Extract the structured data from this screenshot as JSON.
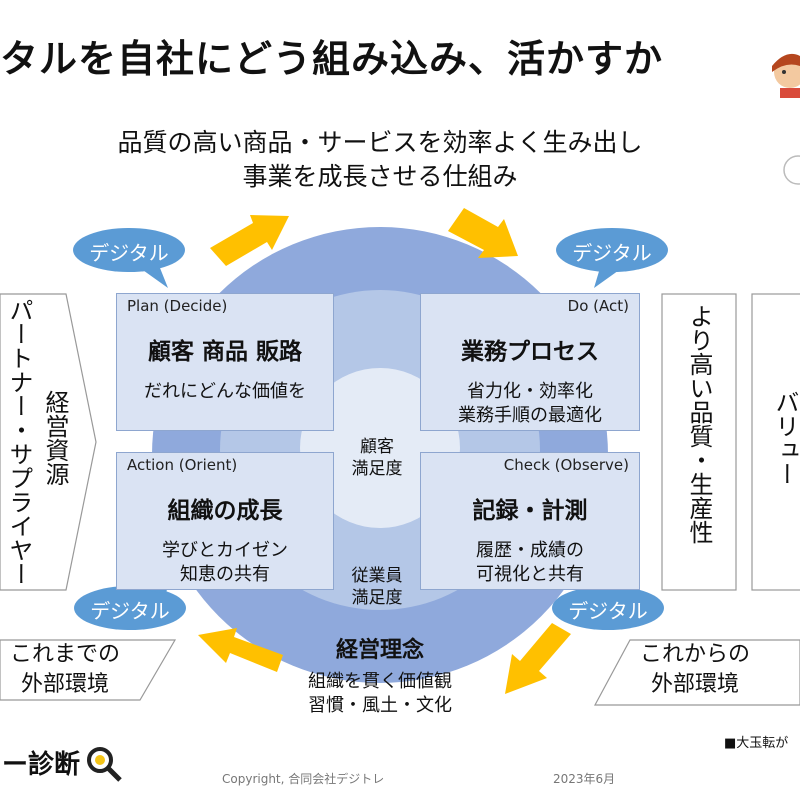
{
  "title": "タルを自社にどう組み込み、活かすか",
  "subtitle": {
    "line1": "品質の高い商品・サービスを効率よく生み出し",
    "line2": "事業を成長させる仕組み"
  },
  "bubbles": [
    "デジタル",
    "デジタル",
    "デジタル",
    "デジタル"
  ],
  "boxes": {
    "plan": {
      "en": "Plan (Decide)",
      "main": "顧客 商品 販路",
      "desc1": "だれにどんな価値を",
      "desc2": ""
    },
    "do": {
      "en": "Do (Act)",
      "main": "業務プロセス",
      "desc1": "省力化・効率化",
      "desc2": "業務手順の最適化"
    },
    "action": {
      "en": "Action (Orient)",
      "main": "組織の成長",
      "desc1": "学びとカイゼン",
      "desc2": "知恵の共有"
    },
    "check": {
      "en": "Check (Observe)",
      "main": "記録・計測",
      "desc1": "履歴・成績の",
      "desc2": "可視化と共有"
    }
  },
  "center": {
    "customer1": "顧客",
    "customer2": "満足度",
    "employee1": "従業員",
    "employee2": "満足度",
    "philosophy": "経営理念",
    "phil_sub1": "組織を貫く価値観",
    "phil_sub2": "習慣・風土・文化"
  },
  "left": {
    "col1": "パートナー・サプライヤー",
    "col2": "経営資源"
  },
  "right": {
    "quality": "より高い品質・生産性",
    "value": "バリュー"
  },
  "external": {
    "past1": "これまでの",
    "past2": "外部環境",
    "future1": "これからの",
    "future2": "外部環境"
  },
  "footer": {
    "logo": "ー診断",
    "copyright": "Copyright, 合同会社デジトレ",
    "date": "2023年6月",
    "note": "■大玉転が"
  },
  "colors": {
    "circle_outer": "#8fa9dc",
    "circle_mid": "#b4c7e7",
    "circle_inner": "#dae3f3",
    "box_fill": "#dae3f3",
    "bubble": "#5b9bd5",
    "arrow": "#ffc000"
  }
}
